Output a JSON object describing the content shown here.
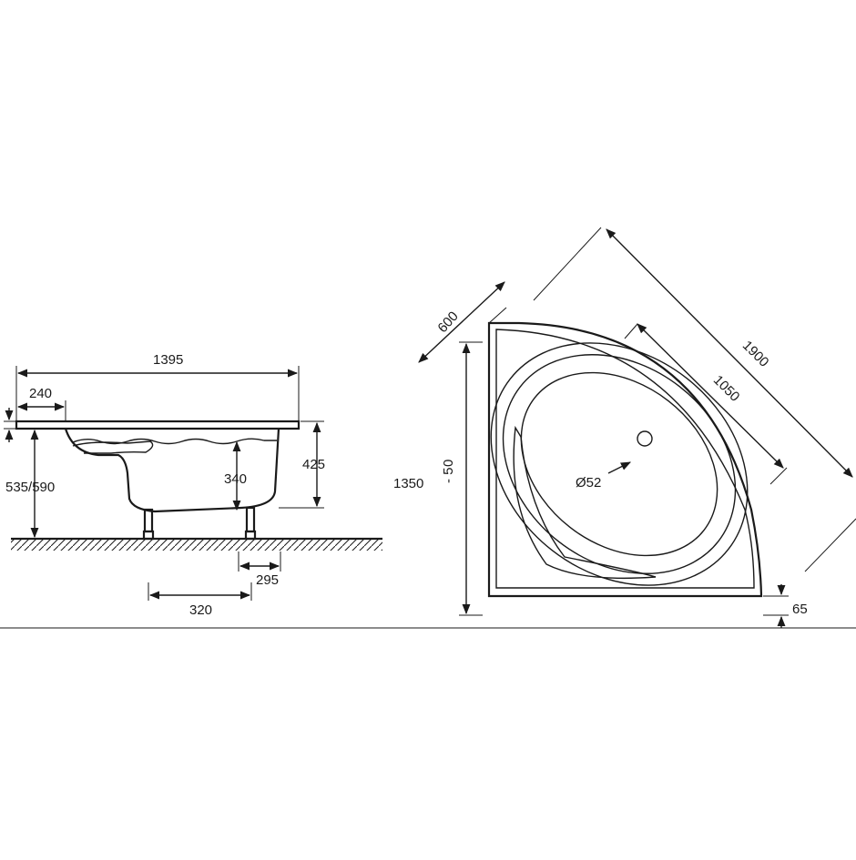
{
  "side_view": {
    "overall_length": "1395",
    "seat_length": "240",
    "rim_thickness": "",
    "height_to_rim": "535/590",
    "inner_depth": "340",
    "total_height": "425",
    "leg_spacing_1": "295",
    "leg_spacing_2": "320"
  },
  "top_view": {
    "short_side": "600",
    "diagonal_outer": "1900",
    "diagonal_inner": "1050",
    "side_length": "1350",
    "tolerance_top": "0",
    "tolerance_bottom": "- 5",
    "drain_diameter": "Ø52",
    "rim_height": "65"
  }
}
